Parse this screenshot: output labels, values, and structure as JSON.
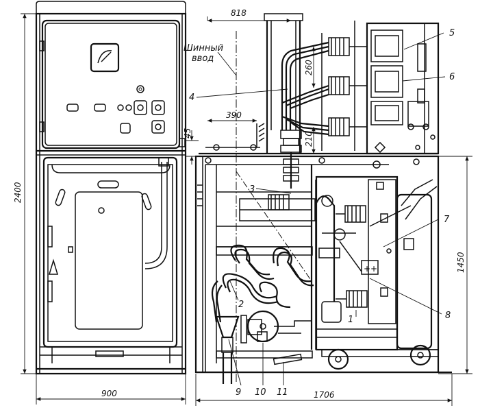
{
  "labels": {
    "input_line1": "Шинный",
    "input_line2": "ввод"
  },
  "dimensions": {
    "d818": "818",
    "d390": "390",
    "d45": "45",
    "d260": "260",
    "d210": "210",
    "d2400": "2400",
    "d1450": "1450",
    "d900": "900",
    "d1706": "1706"
  },
  "callouts": {
    "c1": "1",
    "c2": "2",
    "c3": "3",
    "c4": "4",
    "c5": "5",
    "c6": "6",
    "c7": "7",
    "c8": "8",
    "c9": "9",
    "c10": "10",
    "c11": "11"
  }
}
